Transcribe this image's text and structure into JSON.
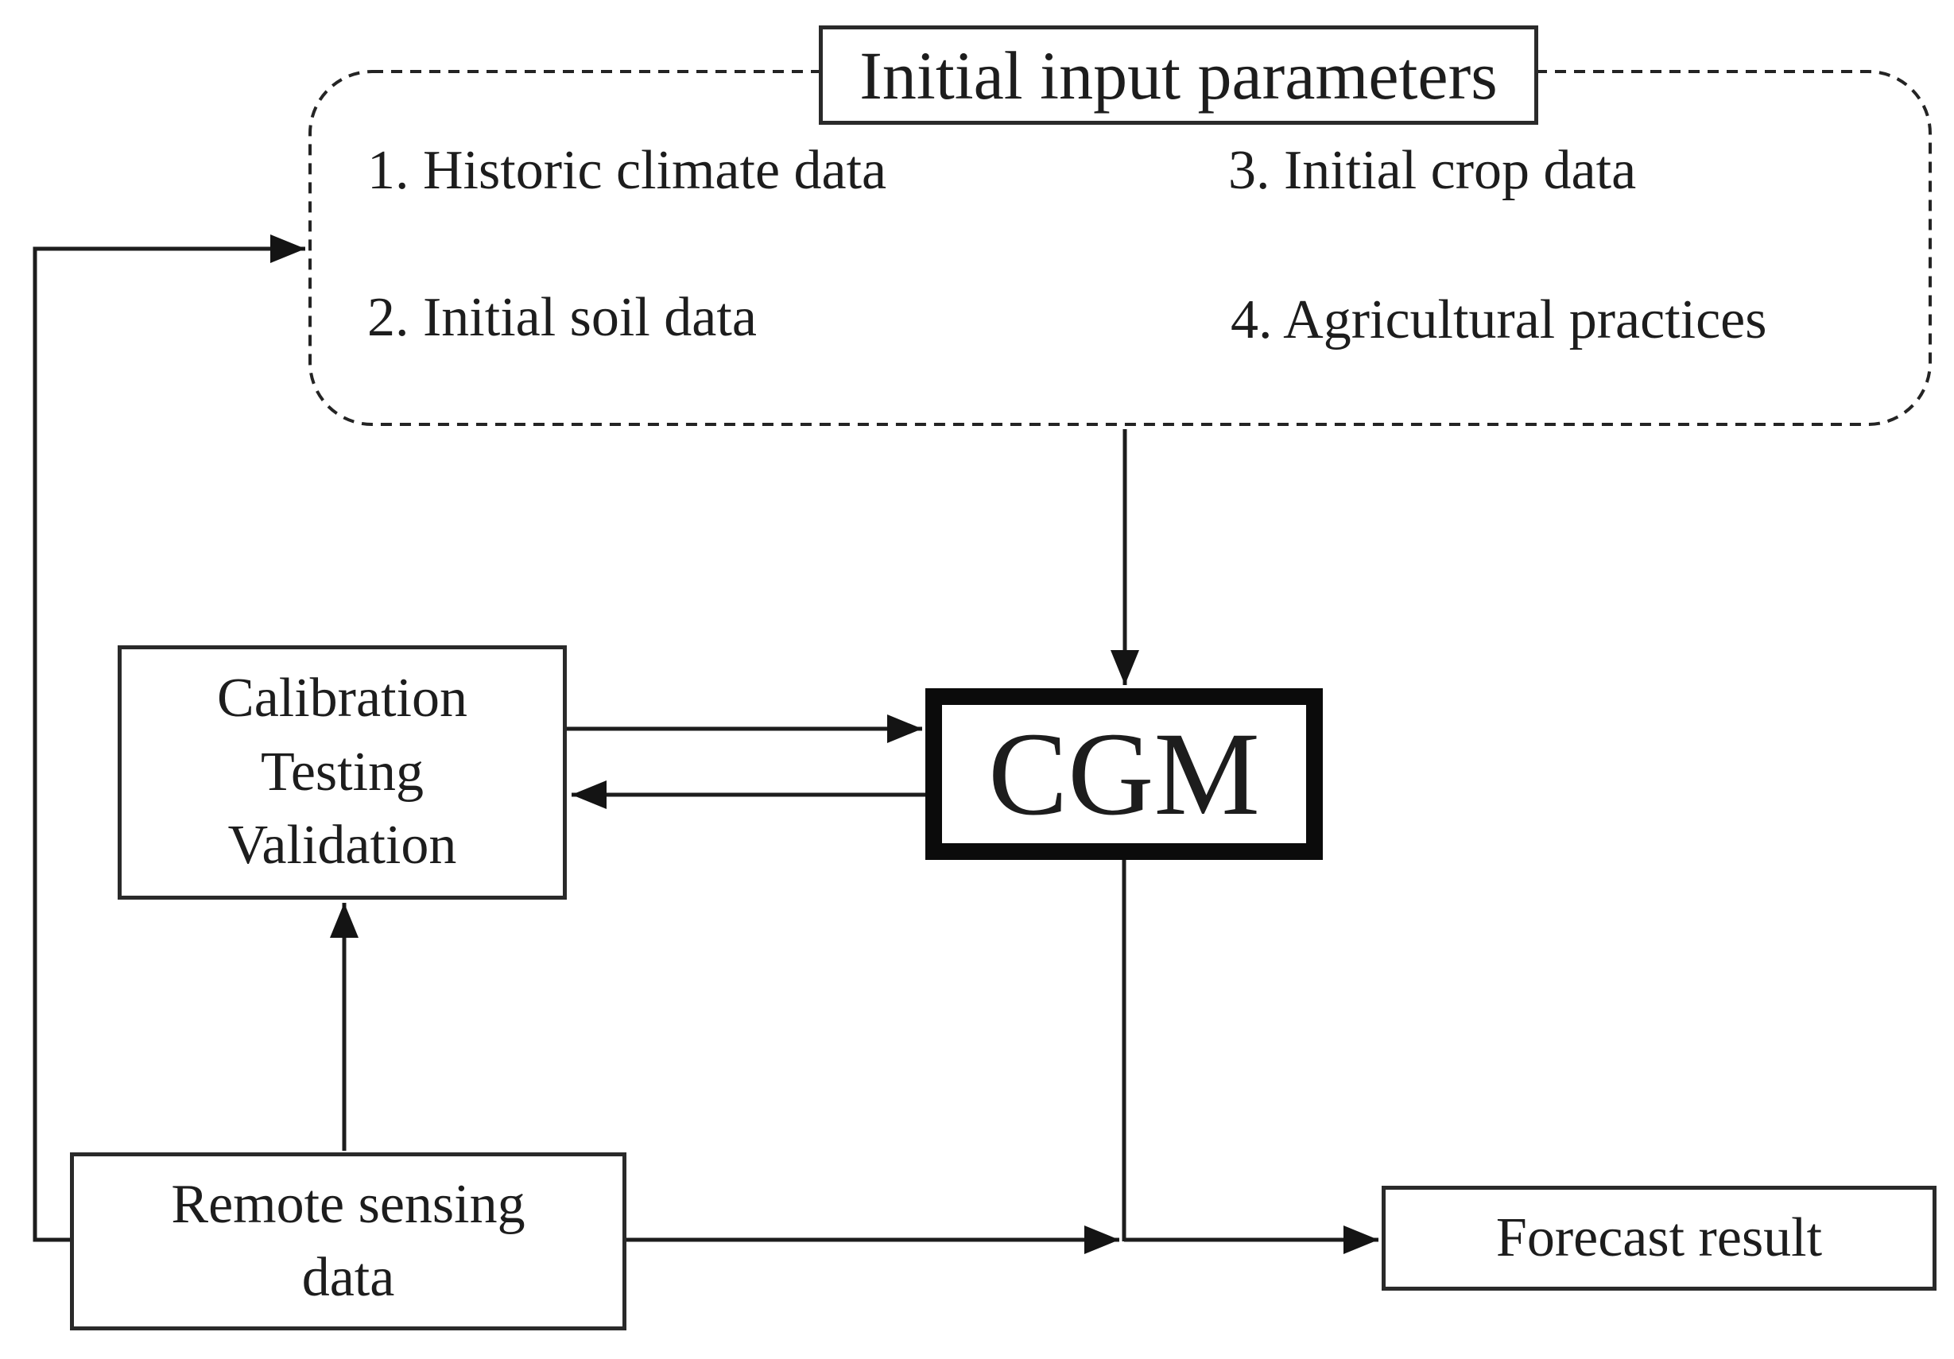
{
  "colors": {
    "ink": "#1d1d1d",
    "background": "#ffffff"
  },
  "diagram": {
    "input_group": {
      "title": "Initial input parameters",
      "items": [
        "1. Historic climate data",
        "2. Initial soil data",
        "3. Initial crop data",
        "4. Agricultural practices"
      ]
    },
    "cgm": {
      "label": "CGM"
    },
    "calibration": {
      "lines": [
        "Calibration",
        "Testing",
        "Validation"
      ]
    },
    "remote": {
      "lines": [
        "Remote sensing",
        "data"
      ]
    },
    "forecast": {
      "label": "Forecast result"
    }
  }
}
